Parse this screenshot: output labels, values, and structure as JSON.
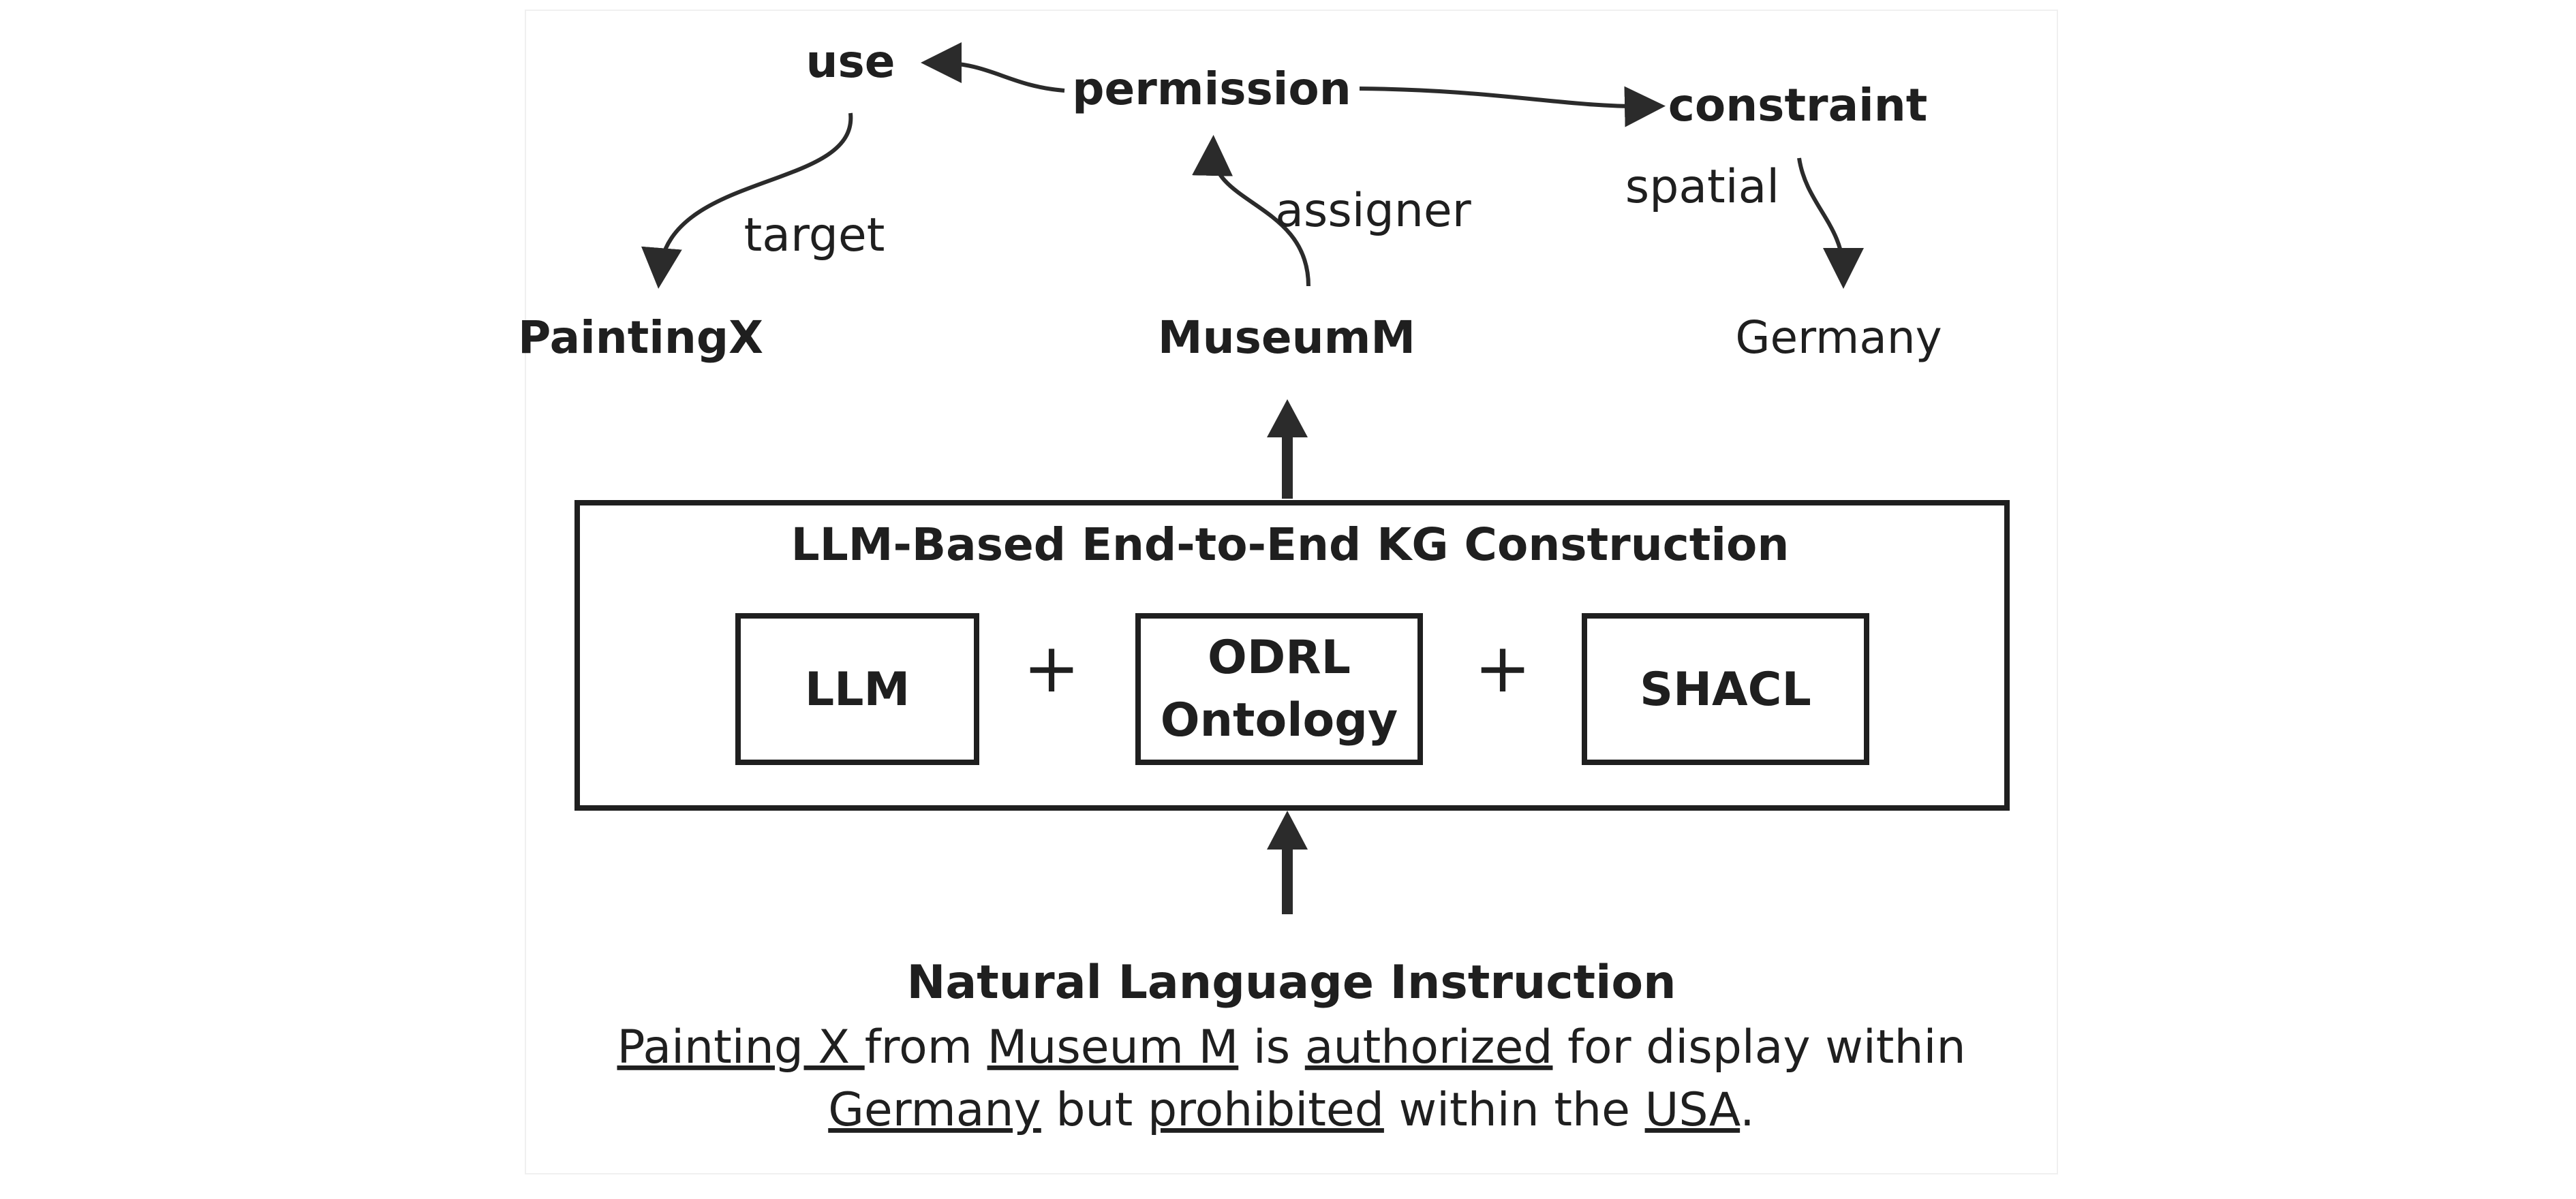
{
  "graph": {
    "nodes": {
      "use": "use",
      "permission": "permission",
      "constraint": "constraint",
      "painting": "PaintingX",
      "museum": "MuseumM",
      "germany": "Germany"
    },
    "edges": {
      "target": "target",
      "assigner": "assigner",
      "spatial": "spatial"
    }
  },
  "pipeline": {
    "title": "LLM-Based End-to-End KG Construction",
    "components": {
      "llm": "LLM",
      "odrl_line1": "ODRL",
      "odrl_line2": "Ontology",
      "shacl": "SHACL"
    },
    "plus_symbol": "+"
  },
  "instruction": {
    "title": "Natural Language Instruction",
    "line1": {
      "painting": "Painting X ",
      "from": "from ",
      "museum": "Museum M",
      "is": " is ",
      "authorized": "authorized",
      "rest": " for display within"
    },
    "line2": {
      "germany": "Germany",
      "but": " but ",
      "prohibited": "prohibited",
      "within": " within the ",
      "usa": "USA",
      "period": "."
    }
  },
  "colors": {
    "stroke": "#2b2b2b",
    "text": "#1f1f1f",
    "background": "#ffffff"
  }
}
